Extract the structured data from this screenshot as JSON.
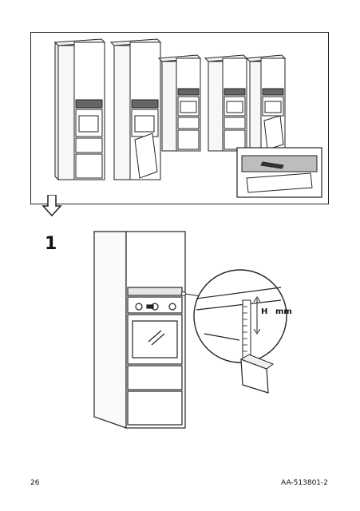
{
  "step": {
    "number": "1"
  },
  "dimension": {
    "label": "H",
    "unit": "mm"
  },
  "footer": {
    "page_number": "26",
    "document_id": "AA-513801-2"
  },
  "icons": {
    "overview": "cabinet-ovens-illustration",
    "next": "down-arrow-icon",
    "detail": "magnifier-detail-circle"
  }
}
